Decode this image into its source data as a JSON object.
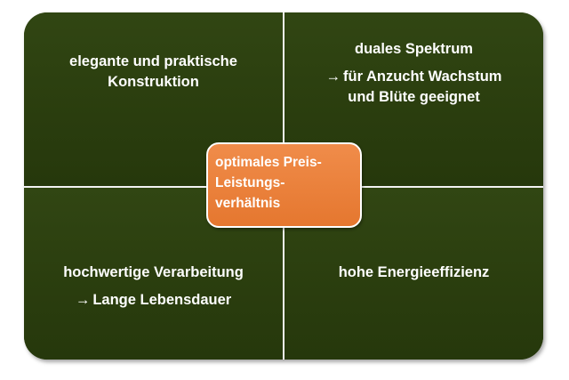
{
  "quadrants": {
    "top_left": {
      "lines": [
        "elegante und praktische",
        "Konstruktion"
      ]
    },
    "top_right": {
      "title": "duales Spektrum",
      "arrow": "→",
      "lines": [
        "für Anzucht Wachstum",
        "und Blüte geeignet"
      ]
    },
    "bottom_left": {
      "title": "hochwertige Verarbeitung",
      "arrow": "→",
      "line": "Lange Lebensdauer"
    },
    "bottom_right": {
      "title": "hohe Energieeffizienz"
    }
  },
  "center": {
    "lines": [
      "optimales Preis-",
      "Leistungs-",
      "verhältnis"
    ]
  },
  "colors": {
    "quadrant_fill": "#2a3d0e",
    "center_fill": "#e97d37",
    "divider": "#f2f2f2",
    "text": "#ffffff"
  }
}
